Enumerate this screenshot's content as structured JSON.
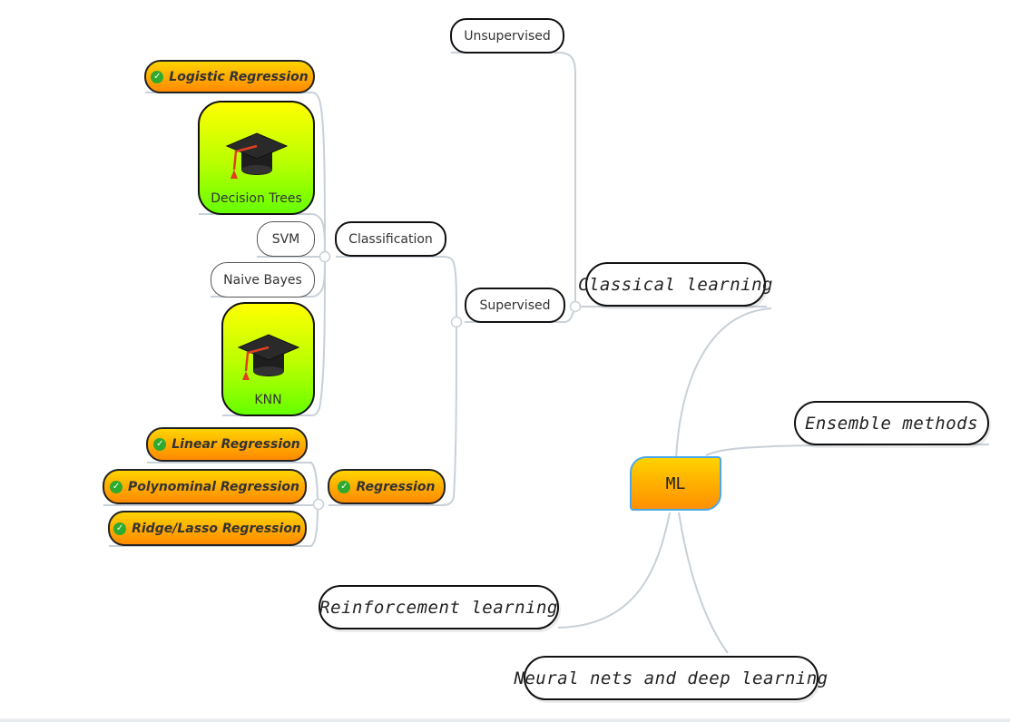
{
  "mindmap": {
    "root": {
      "label": "ML",
      "fill_color": "#ffb000",
      "border_color": "#4aa8e8"
    },
    "main_branches": [
      {
        "id": "classical",
        "label": "Classical learning"
      },
      {
        "id": "ensemble",
        "label": "Ensemble methods"
      },
      {
        "id": "reinforcement",
        "label": "Reinforcement learning"
      },
      {
        "id": "neural",
        "label": "Neural nets and deep learning"
      }
    ],
    "classical": {
      "unsupervised": "Unsupervised",
      "supervised": "Supervised",
      "classification": {
        "label": "Classification",
        "items": [
          {
            "label": "Logistic Regression",
            "style": "orange",
            "icon": "check-icon"
          },
          {
            "label": "Decision Trees",
            "style": "green",
            "icon": "graduation-cap-icon"
          },
          {
            "label": "SVM",
            "style": "plain"
          },
          {
            "label": "Naive Bayes",
            "style": "plain"
          },
          {
            "label": "KNN",
            "style": "green",
            "icon": "graduation-cap-icon"
          }
        ]
      },
      "regression": {
        "label": "Regression",
        "icon": "check-icon",
        "items": [
          {
            "label": "Linear Regression",
            "style": "orange",
            "icon": "check-icon"
          },
          {
            "label": "Polynominal Regression",
            "style": "orange",
            "icon": "check-icon"
          },
          {
            "label": "Ridge/Lasso Regression",
            "style": "orange",
            "icon": "check-icon"
          }
        ]
      }
    },
    "colors": {
      "connector": "#c8d0d8",
      "orange_top": "#ffd300",
      "orange_bottom": "#ff8a00",
      "green_top": "#ffff00",
      "green_bottom": "#66ff00",
      "check_green": "#2eaa2e"
    }
  }
}
